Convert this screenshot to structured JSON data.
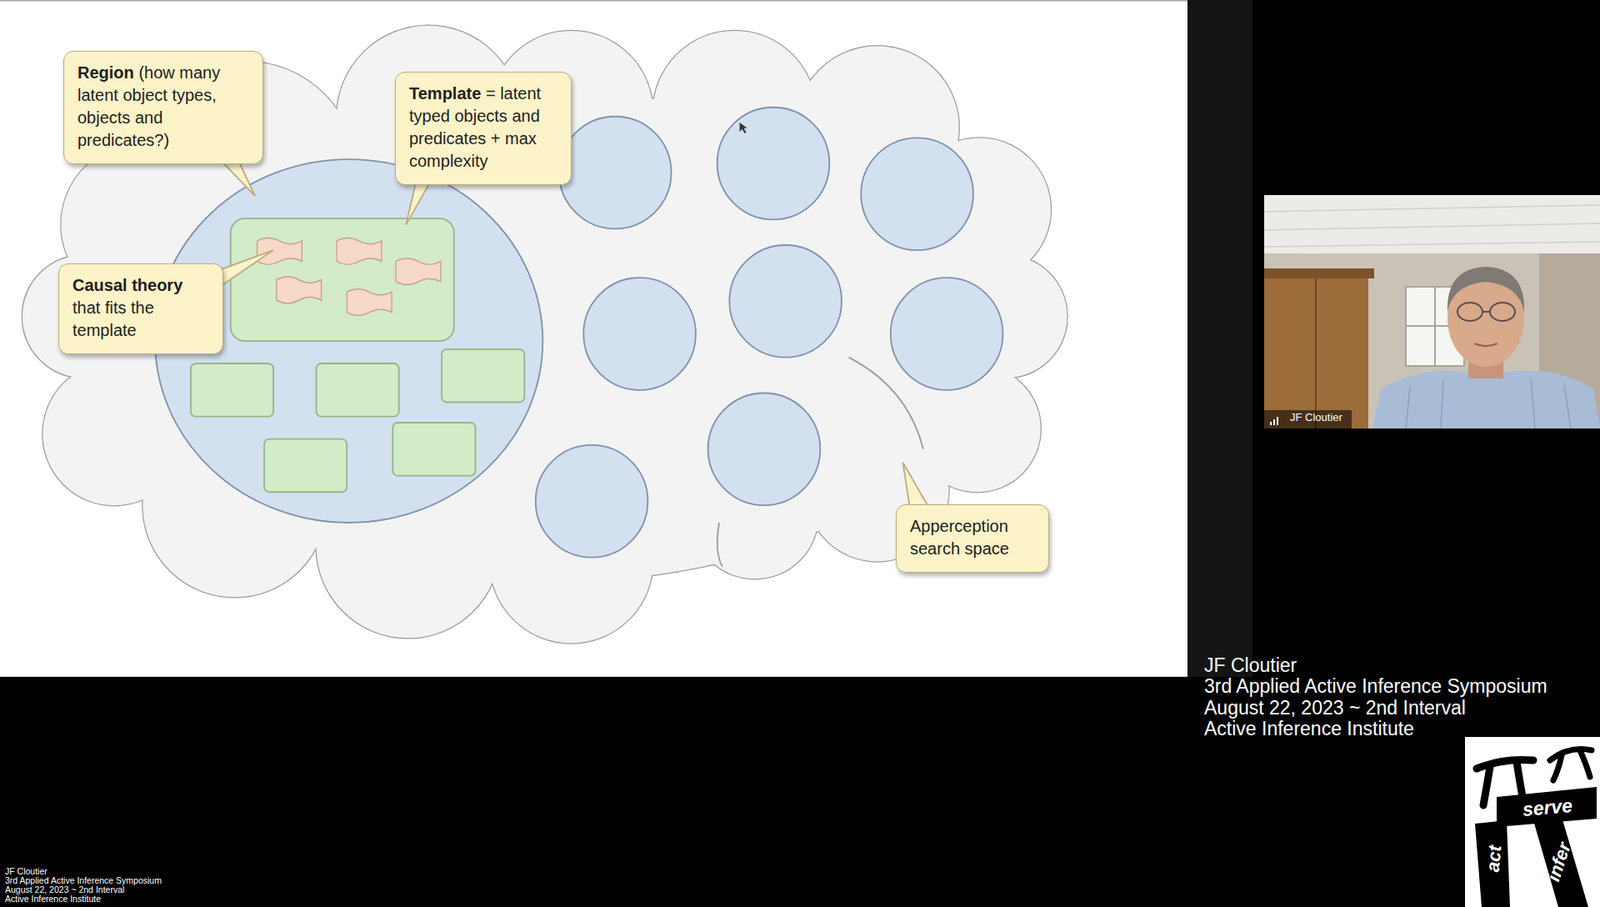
{
  "diagram": {
    "nodes": [
      {
        "text": [
          "Region",
          "(how many latent object types, objects and predicates?)"
        ]
      },
      {
        "text": [
          "Template",
          "= latent typed objects and predicates + max complexity"
        ]
      },
      {
        "text": [
          "Causal theory",
          "that fits the template"
        ]
      },
      {
        "text": [
          "Apperception search space"
        ]
      }
    ],
    "labels": [
      "JF Cloutier",
      "JF Cloutier",
      "3rd Applied Active Inference Symposium",
      "August 22, 2023 ~ 2nd Interval",
      "Active Inference Institute",
      "serve",
      "act",
      "infer",
      "JF Cloutier",
      "3rd Applied Active Inference Symposium",
      "August 22, 2023 ~ 2nd Interval",
      "Active Inference Institute"
    ]
  }
}
